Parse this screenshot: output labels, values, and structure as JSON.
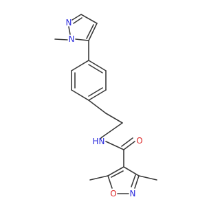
{
  "molecule": {
    "atoms": {
      "n_pyrazole_1": {
        "label": "N"
      },
      "n_pyrazole_2": {
        "label": "N"
      },
      "n_amide": {
        "label": "N"
      },
      "h_amide": {
        "label": "H"
      },
      "o_carbonyl": {
        "label": "O"
      },
      "n_isoxazole": {
        "label": "N"
      },
      "o_isoxazole": {
        "label": "O"
      }
    },
    "colors": {
      "carbon_bond": "#3a3a3a",
      "nitrogen": "#2a2add",
      "oxygen": "#dd2a2a"
    }
  }
}
